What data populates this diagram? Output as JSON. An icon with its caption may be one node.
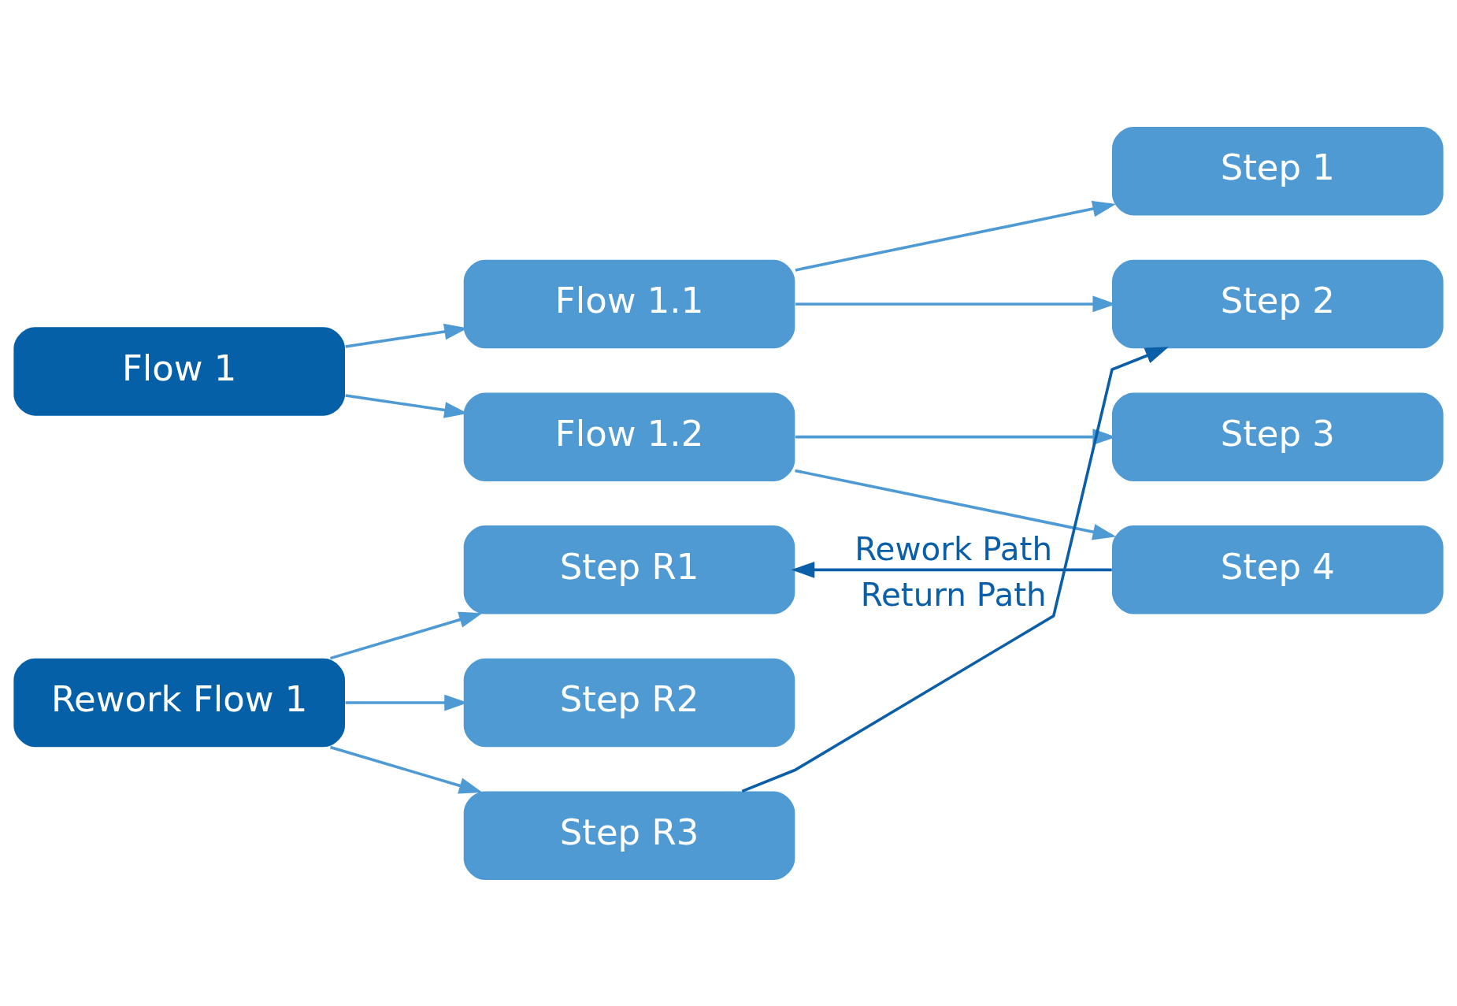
{
  "diagram": {
    "nodes": [
      {
        "text": [
          "Flow 1"
        ]
      },
      {
        "text": [
          "Flow 1.1"
        ]
      },
      {
        "text": [
          "Step 1"
        ]
      },
      {
        "text": [
          "Step 2"
        ]
      },
      {
        "text": [
          "Flow 1.2"
        ]
      },
      {
        "text": [
          "Step 3"
        ]
      },
      {
        "text": [
          "Step 4"
        ]
      },
      {
        "text": [
          "Rework Flow 1"
        ]
      },
      {
        "text": [
          "Step R1"
        ]
      },
      {
        "text": [
          "Step R2"
        ]
      },
      {
        "text": [
          "Step R3"
        ]
      }
    ],
    "edges": [
      {
        "from": 0,
        "to": 1,
        "arrow": "to"
      },
      {
        "from": 0,
        "to": 4,
        "arrow": "to"
      },
      {
        "from": 1,
        "to": 2,
        "arrow": "to"
      },
      {
        "from": 1,
        "to": 3,
        "arrow": "to"
      },
      {
        "from": 4,
        "to": 5,
        "arrow": "to"
      },
      {
        "from": 4,
        "to": 6,
        "arrow": "to"
      },
      {
        "from": 7,
        "to": 8,
        "arrow": "to"
      },
      {
        "from": 7,
        "to": 9,
        "arrow": "to"
      },
      {
        "from": 7,
        "to": 10,
        "arrow": "to"
      },
      {
        "from": 10,
        "to": 3,
        "arrow": "to",
        "label": "Return Path",
        "color": "#0a5fa8"
      },
      {
        "from": 6,
        "to": 8,
        "arrow": "to",
        "label": "Rework Path",
        "color": "#0a5fa8"
      }
    ]
  }
}
